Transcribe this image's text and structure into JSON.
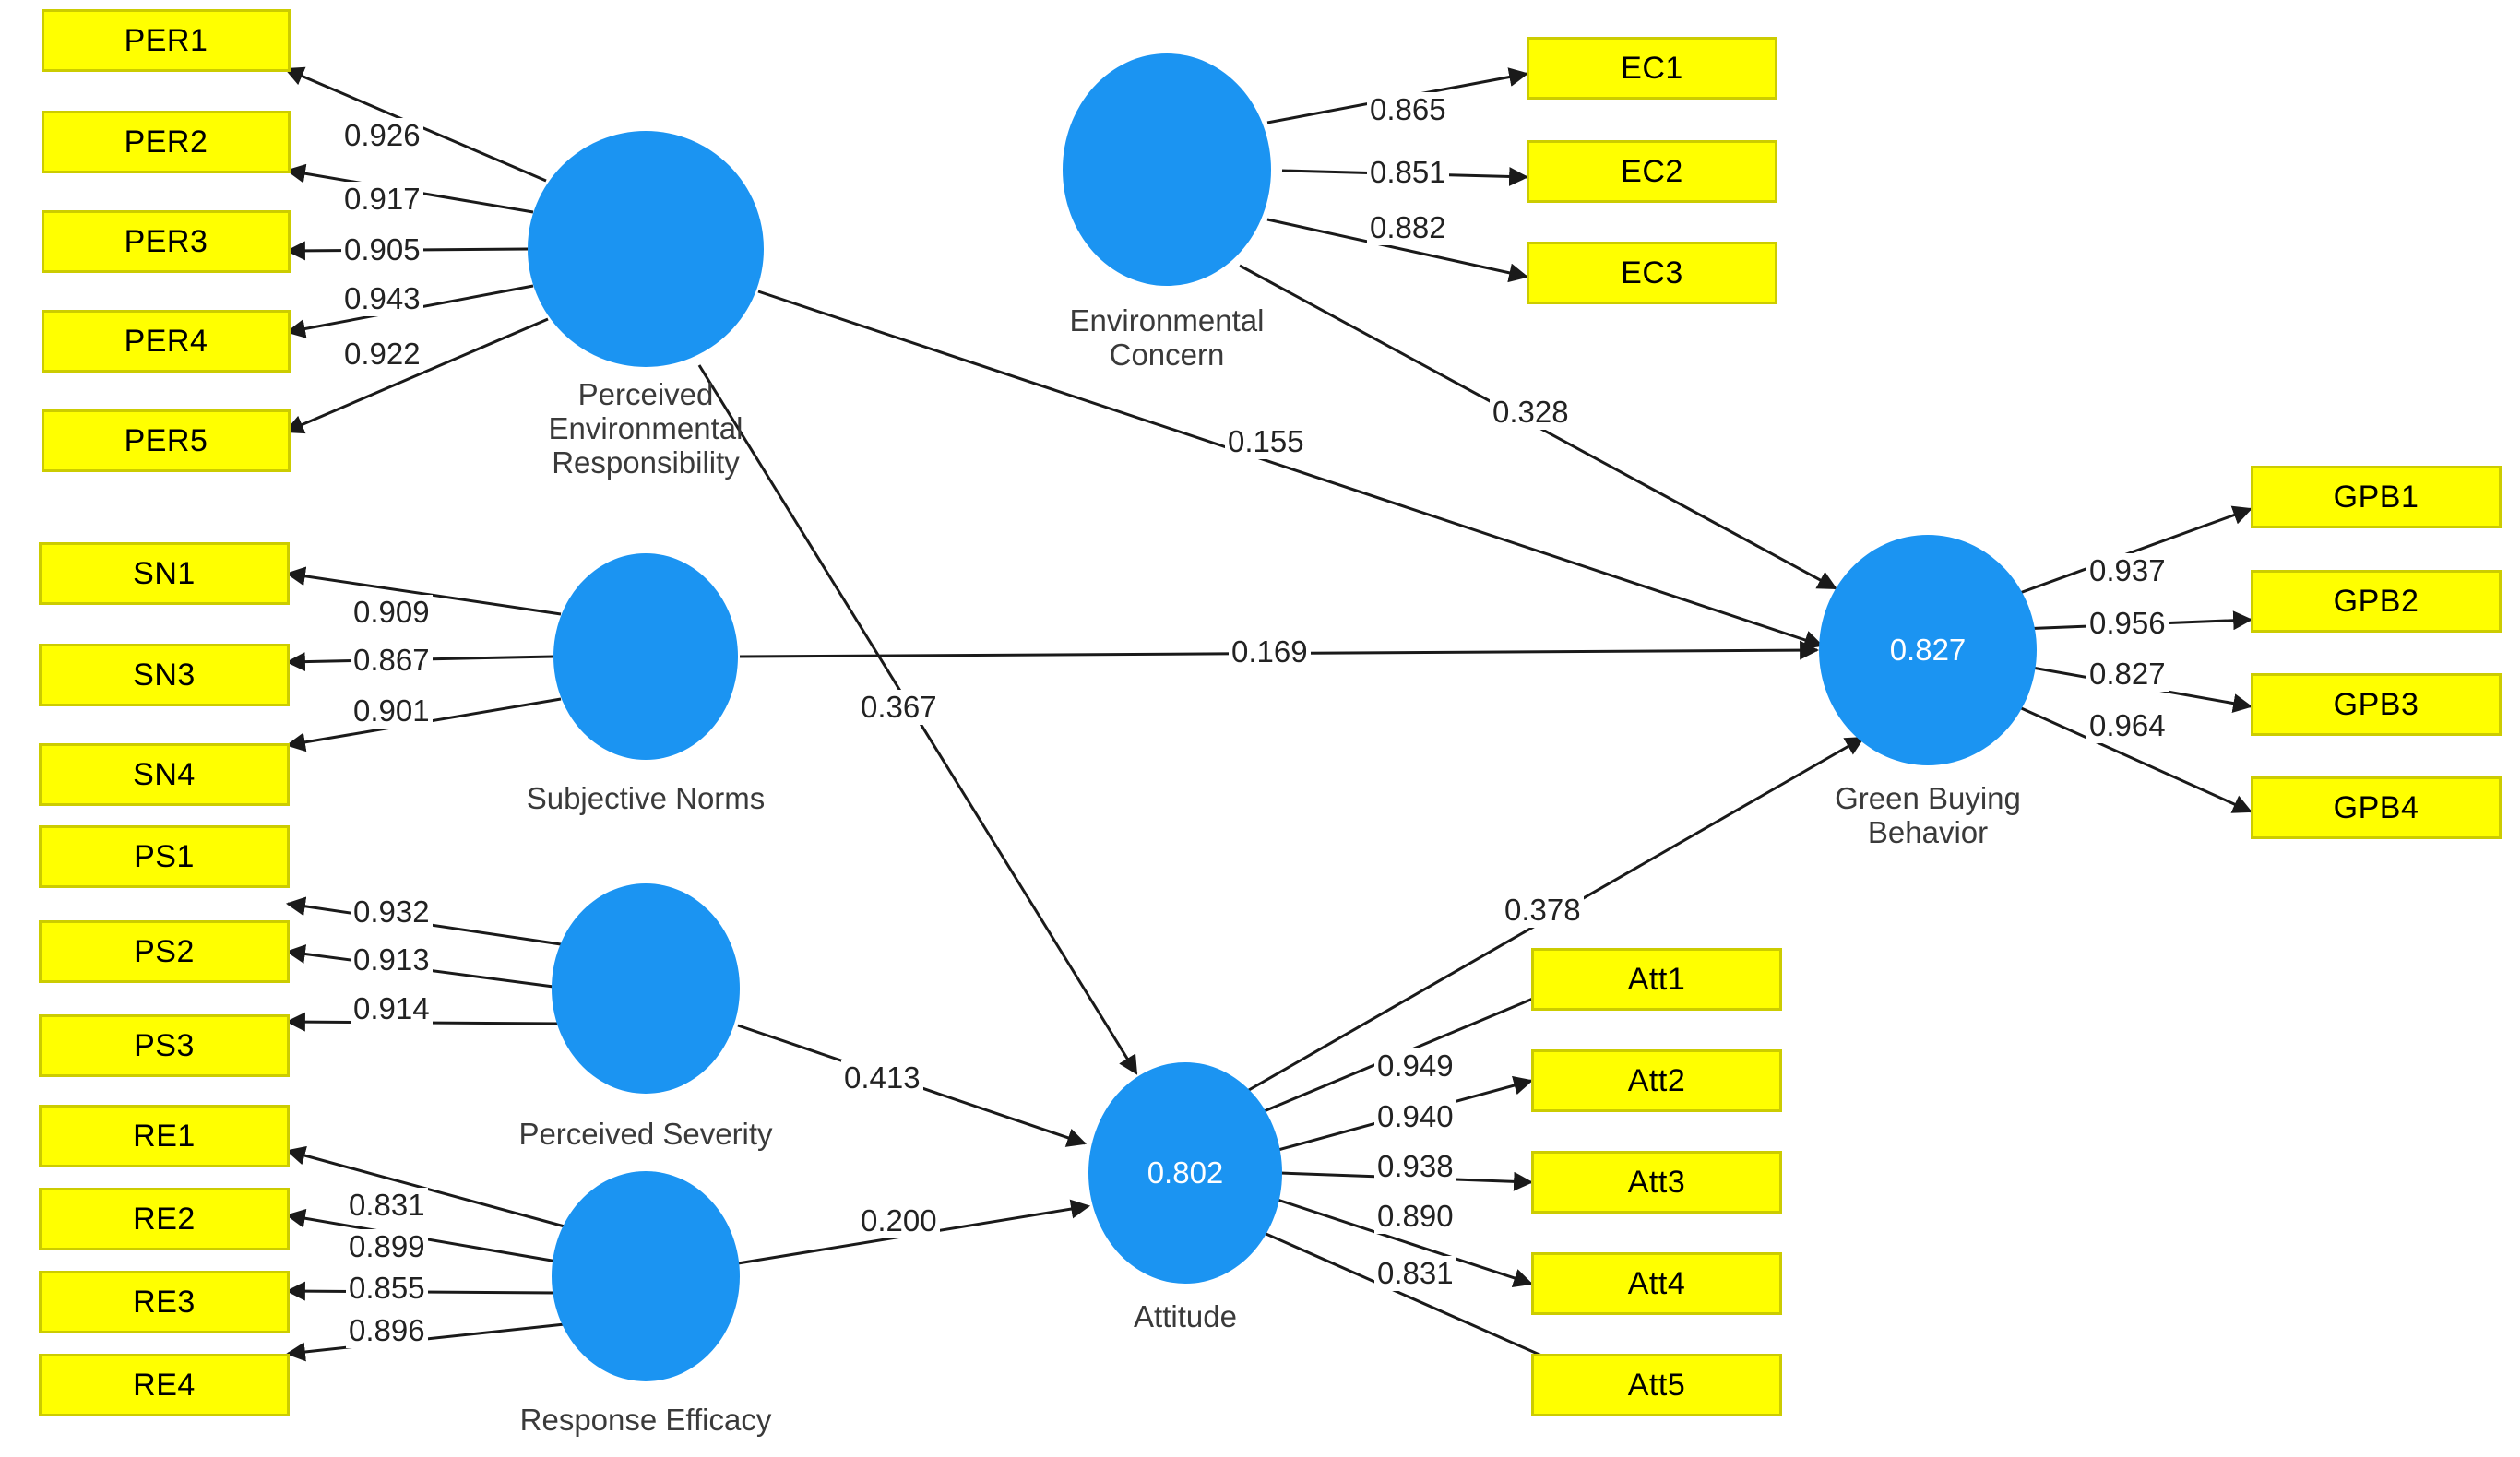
{
  "diagram": {
    "type": "sem-path-diagram",
    "colors": {
      "indicator_fill": "#FFFF00",
      "indicator_border": "#CCCC00",
      "latent_fill": "#1B94F2",
      "latent_text": "#FFFFFF",
      "path_line": "#222222",
      "background": "#FFFFFF"
    }
  },
  "constructs": [
    {
      "id": "per",
      "label": "Perceived\nEnvironmental\nResponsibility",
      "r2": "",
      "indicators": [
        "PER1",
        "PER2",
        "PER3",
        "PER4",
        "PER5"
      ],
      "loadings": [
        "0.926",
        "0.917",
        "0.905",
        "0.943",
        "0.922"
      ]
    },
    {
      "id": "ec",
      "label": "Environmental\nConcern",
      "r2": "",
      "indicators": [
        "EC1",
        "EC2",
        "EC3"
      ],
      "loadings": [
        "0.865",
        "0.851",
        "0.882"
      ]
    },
    {
      "id": "sn",
      "label": "Subjective Norms",
      "r2": "",
      "indicators": [
        "SN1",
        "SN3",
        "SN4"
      ],
      "loadings": [
        "0.909",
        "0.867",
        "0.901"
      ]
    },
    {
      "id": "ps",
      "label": "Perceived Severity",
      "r2": "",
      "indicators": [
        "PS1",
        "PS2",
        "PS3"
      ],
      "loadings": [
        "0.932",
        "0.913",
        "0.914"
      ]
    },
    {
      "id": "re",
      "label": "Response Efficacy",
      "r2": "",
      "indicators": [
        "RE1",
        "RE2",
        "RE3",
        "RE4"
      ],
      "loadings": [
        "0.831",
        "0.899",
        "0.855",
        "0.896"
      ]
    },
    {
      "id": "att",
      "label": "Attitude",
      "r2": "0.802",
      "indicators": [
        "Att1",
        "Att2",
        "Att3",
        "Att4",
        "Att5"
      ],
      "loadings": [
        "0.949",
        "0.940",
        "0.938",
        "0.890",
        "0.831"
      ]
    },
    {
      "id": "gpb",
      "label": "Green Buying\nBehavior",
      "r2": "0.827",
      "indicators": [
        "GPB1",
        "GPB2",
        "GPB3",
        "GPB4"
      ],
      "loadings": [
        "0.937",
        "0.956",
        "0.827",
        "0.964"
      ]
    }
  ],
  "paths": [
    {
      "id": "per-gpb",
      "from": "per",
      "to": "gpb",
      "coefficient": "0.155"
    },
    {
      "id": "ec-gpb",
      "from": "ec",
      "to": "gpb",
      "coefficient": "0.328"
    },
    {
      "id": "sn-gpb",
      "from": "sn",
      "to": "gpb",
      "coefficient": "0.169"
    },
    {
      "id": "per-att",
      "from": "per",
      "to": "att",
      "coefficient": "0.367"
    },
    {
      "id": "ps-att",
      "from": "ps",
      "to": "att",
      "coefficient": "0.413"
    },
    {
      "id": "re-att",
      "from": "re",
      "to": "att",
      "coefficient": "0.200"
    },
    {
      "id": "att-gpb",
      "from": "att",
      "to": "gpb",
      "coefficient": "0.378"
    }
  ],
  "labels": {
    "per": {
      "boxes": [
        "PER1",
        "PER2",
        "PER3",
        "PER4",
        "PER5"
      ],
      "loadings": [
        "0.926",
        "0.917",
        "0.905",
        "0.943",
        "0.922"
      ],
      "construct": "Perceived\nEnvironmental\nResponsibility"
    },
    "ec": {
      "boxes": [
        "EC1",
        "EC2",
        "EC3"
      ],
      "loadings": [
        "0.865",
        "0.851",
        "0.882"
      ],
      "construct": "Environmental\nConcern"
    },
    "sn": {
      "boxes": [
        "SN1",
        "SN3",
        "SN4"
      ],
      "loadings": [
        "0.909",
        "0.867",
        "0.901"
      ],
      "construct": "Subjective Norms"
    },
    "ps": {
      "boxes": [
        "PS1",
        "PS2",
        "PS3"
      ],
      "loadings": [
        "0.932",
        "0.913",
        "0.914"
      ],
      "construct": "Perceived Severity"
    },
    "re": {
      "boxes": [
        "RE1",
        "RE2",
        "RE3",
        "RE4"
      ],
      "loadings": [
        "0.831",
        "0.899",
        "0.855",
        "0.896"
      ],
      "construct": "Response Efficacy"
    },
    "att": {
      "boxes": [
        "Att1",
        "Att2",
        "Att3",
        "Att4",
        "Att5"
      ],
      "loadings": [
        "0.949",
        "0.940",
        "0.938",
        "0.890",
        "0.831"
      ],
      "construct": "Attitude",
      "r2": "0.802"
    },
    "gpb": {
      "boxes": [
        "GPB1",
        "GPB2",
        "GPB3",
        "GPB4"
      ],
      "loadings": [
        "0.937",
        "0.956",
        "0.827",
        "0.964"
      ],
      "construct": "Green Buying\nBehavior",
      "r2": "0.827"
    },
    "structural": {
      "per_gpb": "0.155",
      "ec_gpb": "0.328",
      "sn_gpb": "0.169",
      "per_att": "0.367",
      "ps_att": "0.413",
      "re_att": "0.200",
      "att_gpb": "0.378"
    }
  }
}
